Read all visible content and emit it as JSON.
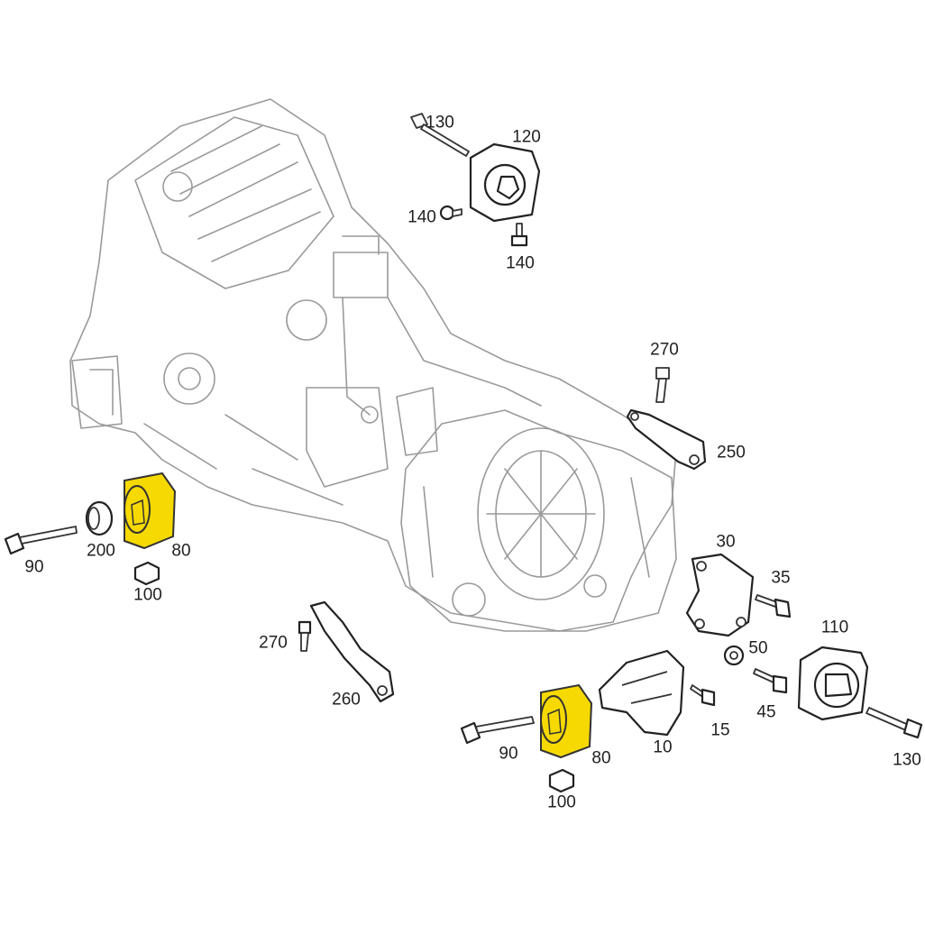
{
  "diagram": {
    "title": "Engine and transmission mounts",
    "highlight_color": "#f6d900",
    "callouts": [
      {
        "id": "c130a",
        "text": "130"
      },
      {
        "id": "c120",
        "text": "120"
      },
      {
        "id": "c140a",
        "text": "140"
      },
      {
        "id": "c140b",
        "text": "140"
      },
      {
        "id": "c270a",
        "text": "270"
      },
      {
        "id": "c250",
        "text": "250"
      },
      {
        "id": "c30",
        "text": "30"
      },
      {
        "id": "c35",
        "text": "35"
      },
      {
        "id": "c110",
        "text": "110"
      },
      {
        "id": "c50",
        "text": "50"
      },
      {
        "id": "c45",
        "text": "45"
      },
      {
        "id": "c15",
        "text": "15"
      },
      {
        "id": "c130b",
        "text": "130"
      },
      {
        "id": "c10",
        "text": "10"
      },
      {
        "id": "c80a",
        "text": "80"
      },
      {
        "id": "c90a",
        "text": "90"
      },
      {
        "id": "c100a",
        "text": "100"
      },
      {
        "id": "c260",
        "text": "260"
      },
      {
        "id": "c270b",
        "text": "270"
      },
      {
        "id": "c90b",
        "text": "90"
      },
      {
        "id": "c200",
        "text": "200"
      },
      {
        "id": "c80b",
        "text": "80"
      },
      {
        "id": "c100b",
        "text": "100"
      }
    ]
  }
}
